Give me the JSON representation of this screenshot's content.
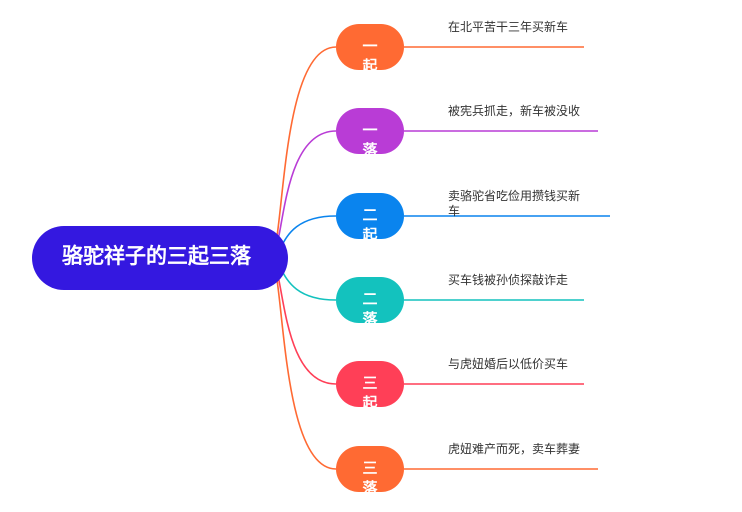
{
  "root": {
    "label": "骆驼祥子的三起三落",
    "color": "#3418e0"
  },
  "branches": [
    {
      "label": "一起",
      "detail": "在北平苦干三年买新车",
      "color": "#ff6a33"
    },
    {
      "label": "一落",
      "detail": "被宪兵抓走，新车被没收",
      "color": "#b93cd6"
    },
    {
      "label": "二起",
      "detail": "卖骆驼省吃俭用攒钱买新车",
      "color": "#0a84ee"
    },
    {
      "label": "二落",
      "detail": "买车钱被孙侦探敲诈走",
      "color": "#13c2be"
    },
    {
      "label": "三起",
      "detail": "与虎妞婚后以低价买车",
      "color": "#ff3f57"
    },
    {
      "label": "三落",
      "detail": "虎妞难产而死，卖车葬妻",
      "color": "#ff6a33"
    }
  ]
}
